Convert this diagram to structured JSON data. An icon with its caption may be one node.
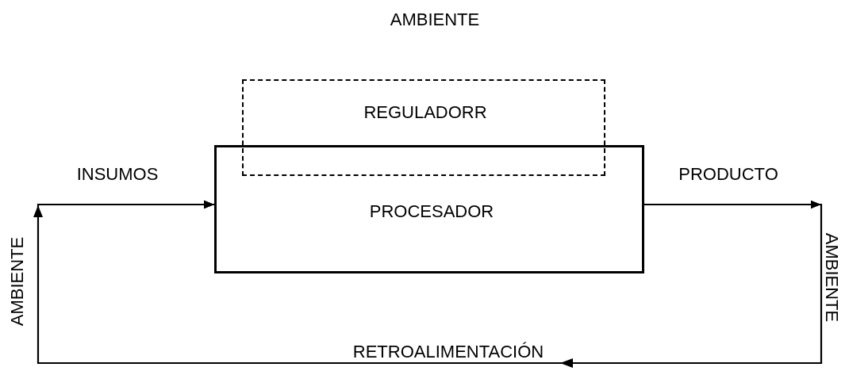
{
  "diagram": {
    "nodes": [
      {
        "text": [
          "REGULADORR"
        ]
      },
      {
        "text": [
          "PROCESADOR"
        ]
      }
    ],
    "edges": [
      {
        "from": null,
        "to": 1,
        "arrow": "to",
        "label": "INSUMOS"
      },
      {
        "from": 1,
        "to": null,
        "arrow": "to",
        "label": "PRODUCTO"
      },
      {
        "from": 1,
        "to": 1,
        "arrow": "to",
        "label": "RETROALIMENTACIÓN"
      }
    ],
    "labels": [
      "AMBIENTE",
      "AMBIENTE",
      "AMBIENTE"
    ]
  }
}
